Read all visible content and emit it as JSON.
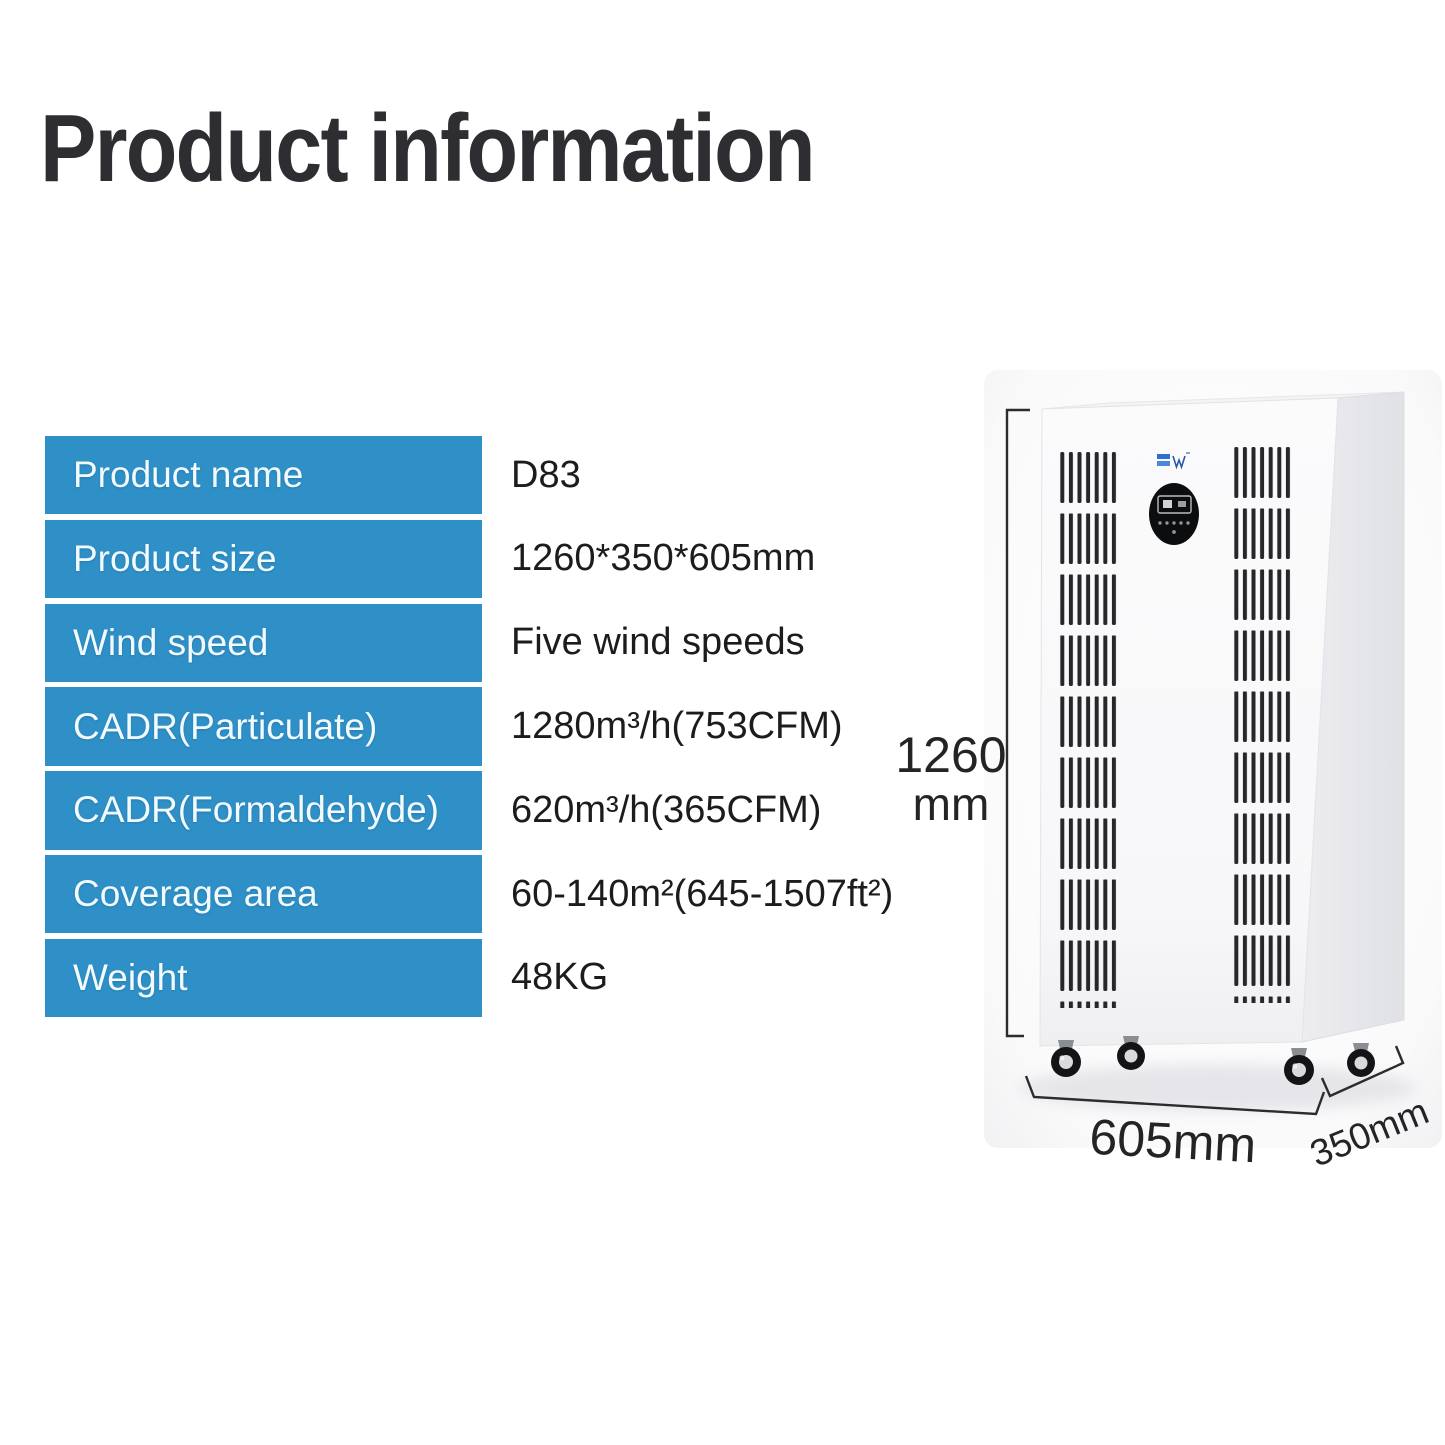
{
  "page": {
    "title": "Product information"
  },
  "colors": {
    "accent_blue": "#2e90c7",
    "row_separator": "#e8f6fd",
    "label_text": "#f2fafe",
    "value_text": "#1c1c1e",
    "dimension_line": "#2c2c2c"
  },
  "spec_table": {
    "rows": [
      {
        "label": "Product name",
        "value": "D83"
      },
      {
        "label": "Product size",
        "value": "1260*350*605mm"
      },
      {
        "label": "Wind speed",
        "value": "Five wind speeds"
      },
      {
        "label": "CADR(Particulate)",
        "value": "1280m³/h(753CFM)"
      },
      {
        "label": "CADR(Formaldehyde)",
        "value": "620m³/h(365CFM)"
      },
      {
        "label": "Coverage area",
        "value": "60-140m²(645-1507ft²)"
      },
      {
        "label": "Weight",
        "value": "48KG"
      }
    ]
  },
  "product_figure": {
    "height_value": "1260",
    "height_unit": "mm",
    "width_label": "605mm",
    "depth_label": "350mm"
  },
  "icons": {
    "brand_logo": "blue brand mark on purifier front",
    "control_panel": "round black display panel",
    "caster": "swivel wheel"
  }
}
